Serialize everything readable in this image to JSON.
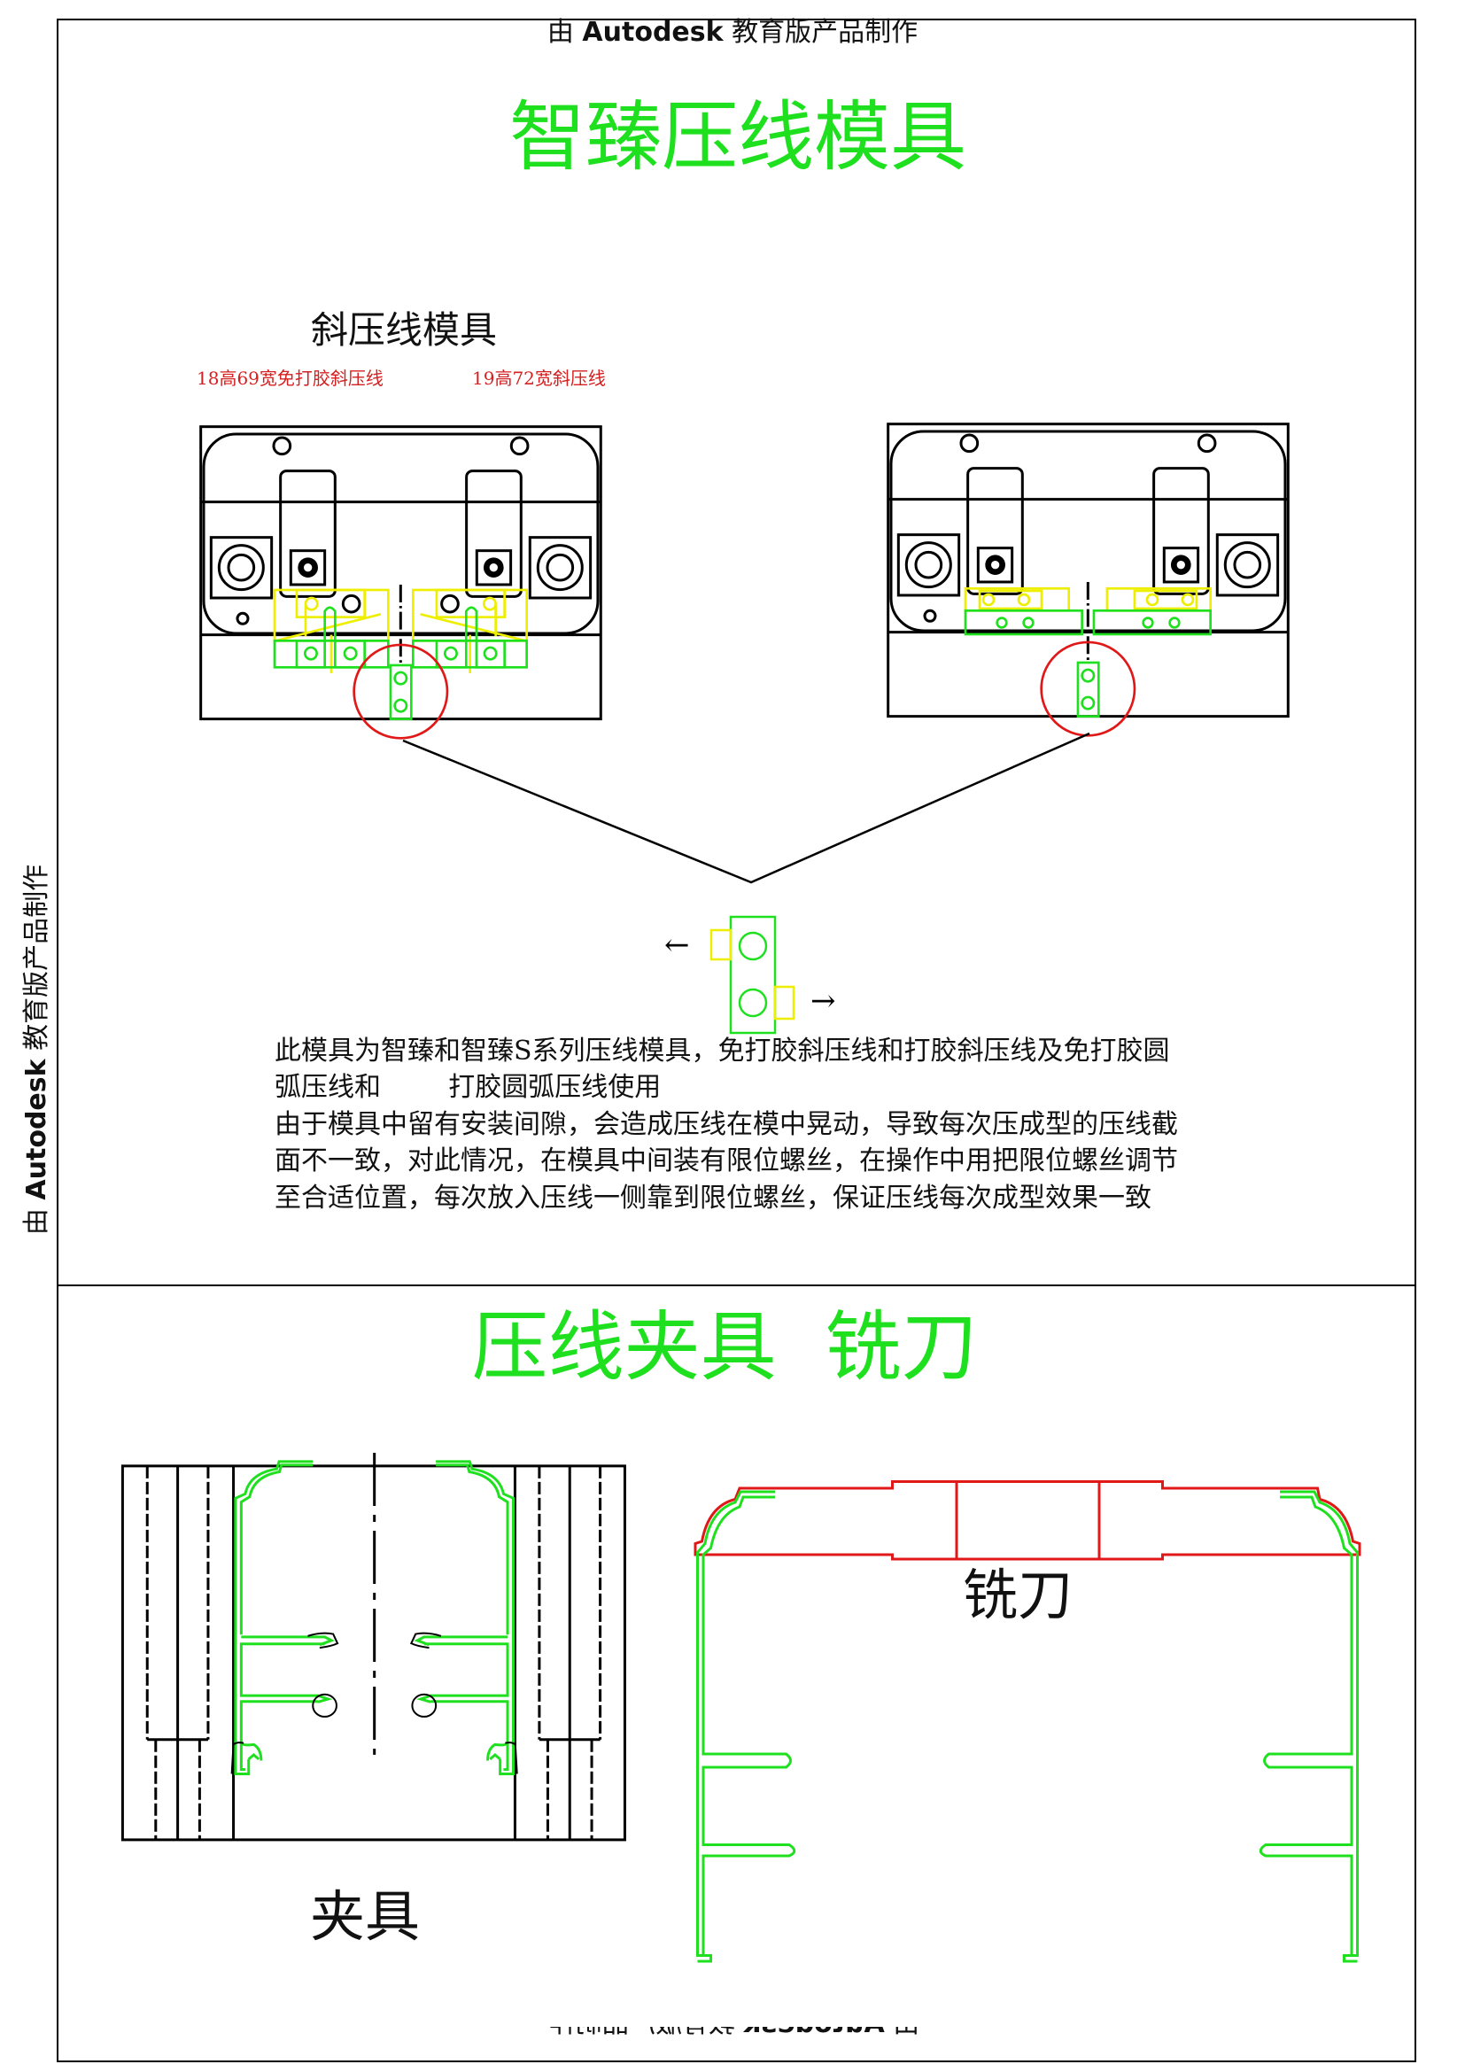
{
  "watermark": {
    "prefix": "由 ",
    "brand": "Autodesk",
    "suffix": " 教育版产品制作"
  },
  "main_title": "智臻压线模具",
  "section1": {
    "heading": "斜压线模具",
    "label_left": "18高69宽免打胶斜压线",
    "label_right": "19高72宽斜压线",
    "arrow_left": "←",
    "arrow_right": "→",
    "description": [
      "此模具为智臻和智臻S系列压线模具，免打胶斜压线和打胶斜压线及免打胶圆",
      "弧压线和        打胶圆弧压线使用",
      "由于模具中留有安装间隙，会造成压线在模中晃动，导致每次压成型的压线截",
      "面不一致，对此情况，在模具中间装有限位螺丝，在操作中用把限位螺丝调节",
      "至合适位置，每次放入压线一侧靠到限位螺丝，保证压线每次成型效果一致"
    ]
  },
  "section2": {
    "title": "压线夹具  铣刀",
    "fixture_label": "夹具",
    "cutter_label": "铣刀"
  },
  "colors": {
    "green": "#1fe01f",
    "red": "#e01818",
    "yellow": "#eeee00",
    "line": "#000000"
  }
}
